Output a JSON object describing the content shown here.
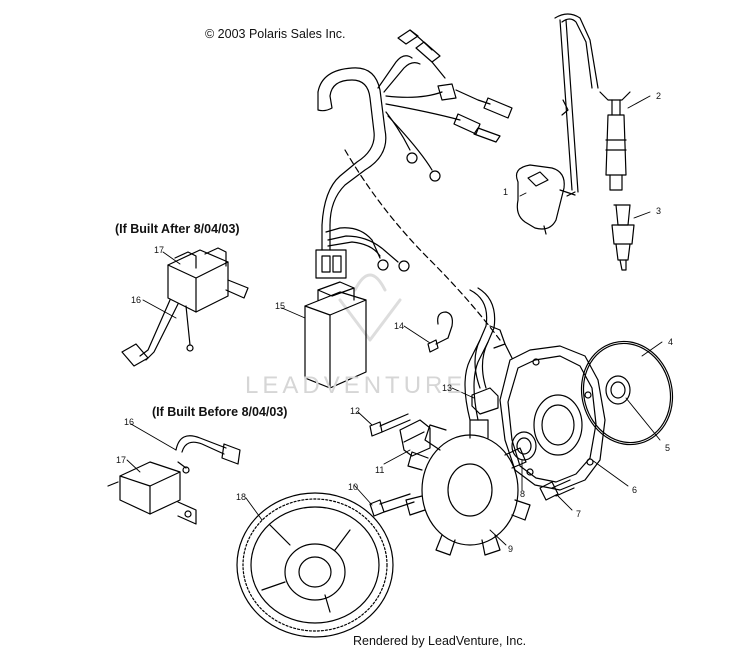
{
  "copyright": "© 2003 Polaris Sales Inc.",
  "note_after": "(If Built After 8/04/03)",
  "note_before": "(If Built Before 8/04/03)",
  "watermark": "LEADVENTURE",
  "footer": "Rendered by LeadVenture, Inc.",
  "callouts": {
    "c1": "1",
    "c2": "2",
    "c3": "3",
    "c4": "4",
    "c5": "5",
    "c6": "6",
    "c7": "7",
    "c8": "8",
    "c9": "9",
    "c10": "10",
    "c11": "11",
    "c12": "12",
    "c13": "13",
    "c14": "14",
    "c15": "15",
    "c16a": "16",
    "c17a": "17",
    "c16b": "16",
    "c17b": "17",
    "c18": "18"
  }
}
